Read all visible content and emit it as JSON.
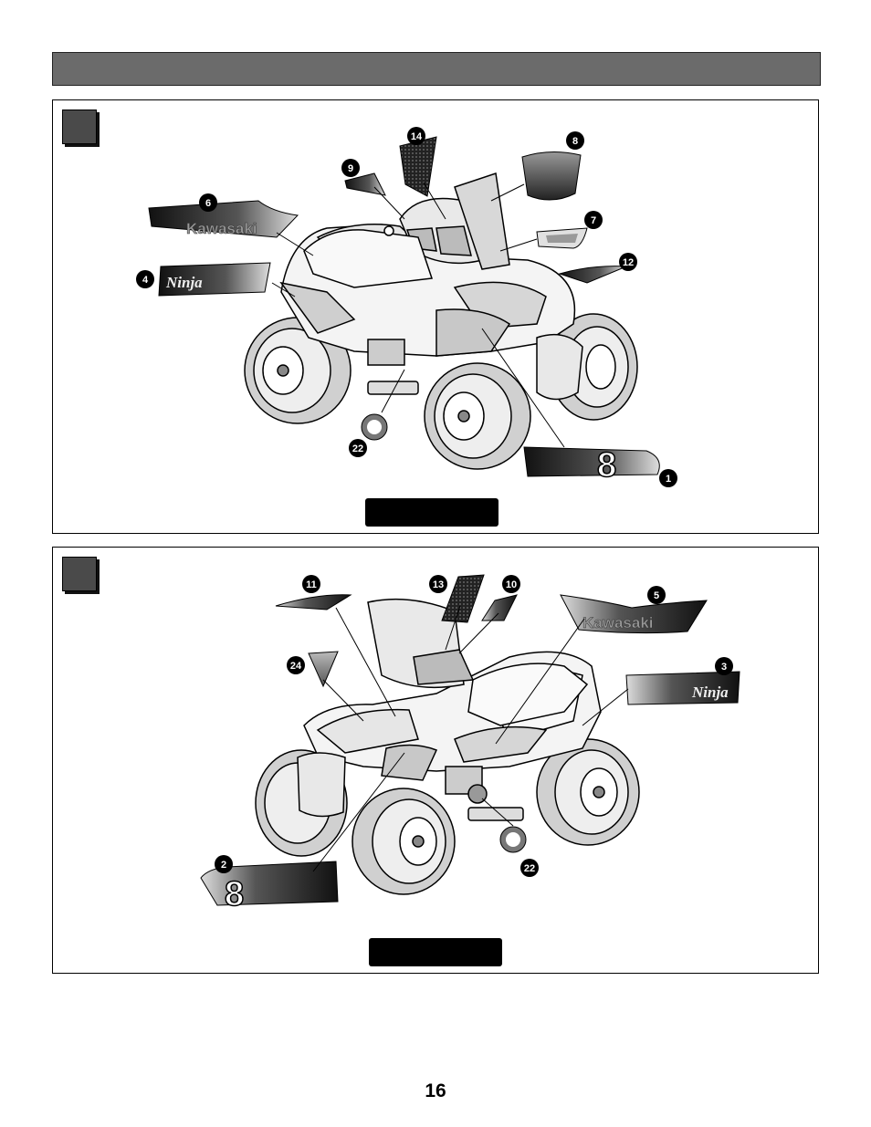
{
  "panel_top": {
    "callouts": [
      "14",
      "8",
      "9",
      "6",
      "7",
      "12",
      "4",
      "22",
      "1"
    ],
    "decal_text": {
      "brand": "Kawasaki",
      "model": "Ninja",
      "number": "8"
    }
  },
  "panel_bottom": {
    "callouts": [
      "11",
      "13",
      "10",
      "5",
      "24",
      "3",
      "2",
      "22"
    ],
    "decal_text": {
      "brand": "Kawasaki",
      "model": "Ninja",
      "number": "8"
    }
  },
  "page": {
    "number": "16"
  },
  "colors": {
    "header": "#6b6b6b",
    "callout": "#000000",
    "step_box": "#4a4a4a"
  }
}
